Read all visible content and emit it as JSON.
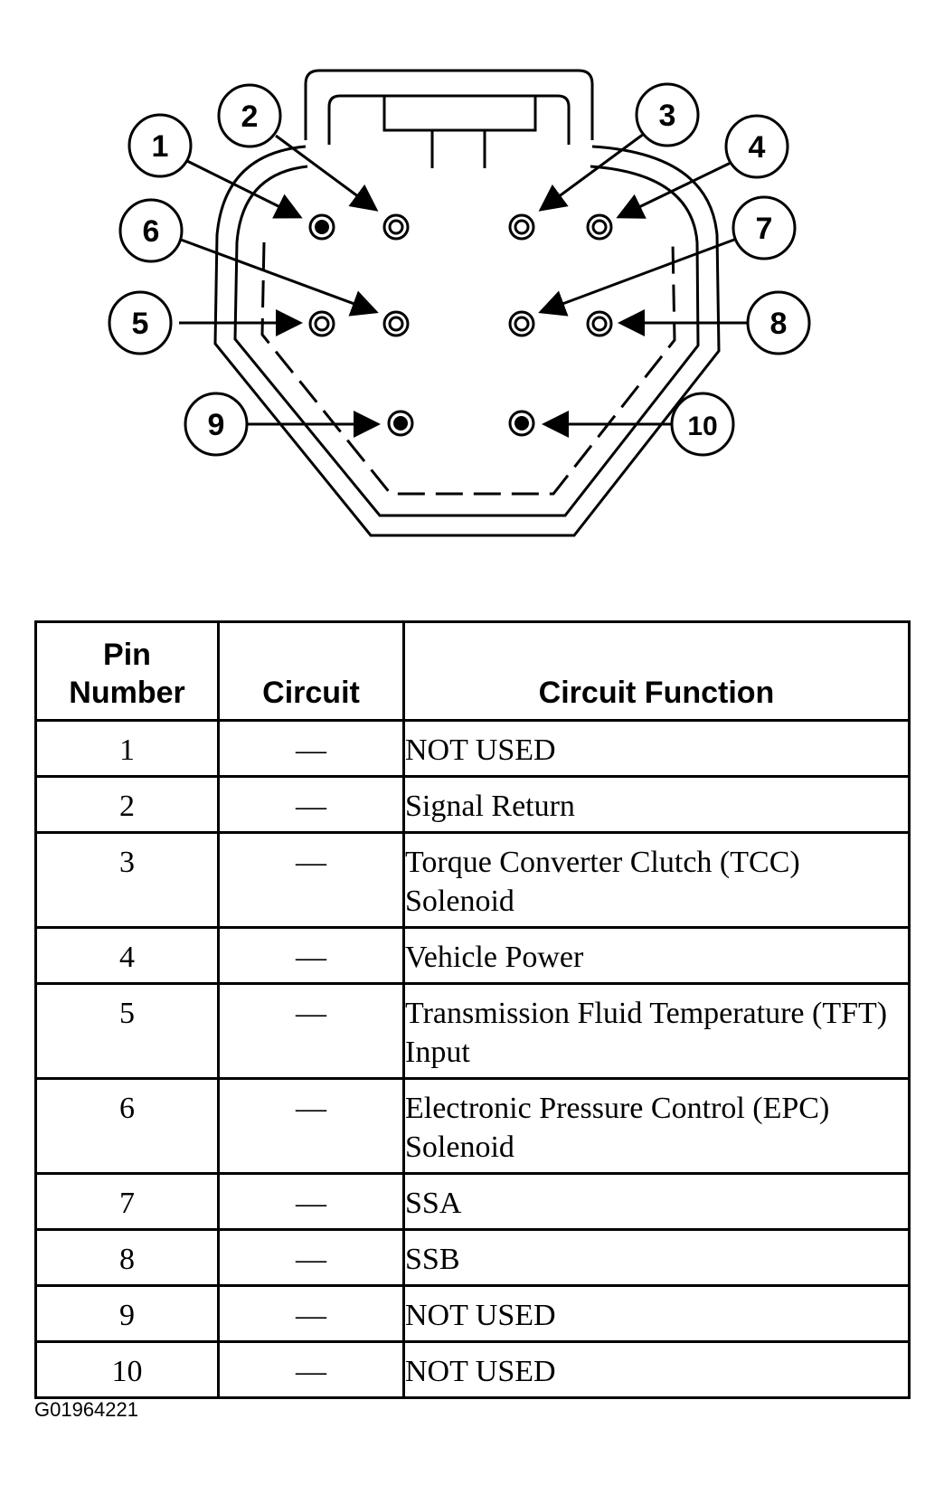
{
  "connector": {
    "callouts": [
      "1",
      "2",
      "3",
      "4",
      "5",
      "6",
      "7",
      "8",
      "9",
      "10"
    ]
  },
  "table": {
    "headers": {
      "pin_line1": "Pin",
      "pin_line2": "Number",
      "circuit": "Circuit",
      "function": "Circuit Function"
    },
    "rows": [
      {
        "pin": "1",
        "circuit": "—",
        "function": "NOT USED"
      },
      {
        "pin": "2",
        "circuit": "—",
        "function": "Signal Return"
      },
      {
        "pin": "3",
        "circuit": "—",
        "function": "Torque Converter Clutch (TCC) Solenoid"
      },
      {
        "pin": "4",
        "circuit": "—",
        "function": "Vehicle Power"
      },
      {
        "pin": "5",
        "circuit": "—",
        "function": "Transmission Fluid Temperature (TFT) Input"
      },
      {
        "pin": "6",
        "circuit": "—",
        "function": "Electronic Pressure Control (EPC) Solenoid"
      },
      {
        "pin": "7",
        "circuit": "—",
        "function": "SSA"
      },
      {
        "pin": "8",
        "circuit": "—",
        "function": "SSB"
      },
      {
        "pin": "9",
        "circuit": "—",
        "function": "NOT USED"
      },
      {
        "pin": "10",
        "circuit": "—",
        "function": "NOT USED"
      }
    ]
  },
  "figure_id": "G01964221"
}
